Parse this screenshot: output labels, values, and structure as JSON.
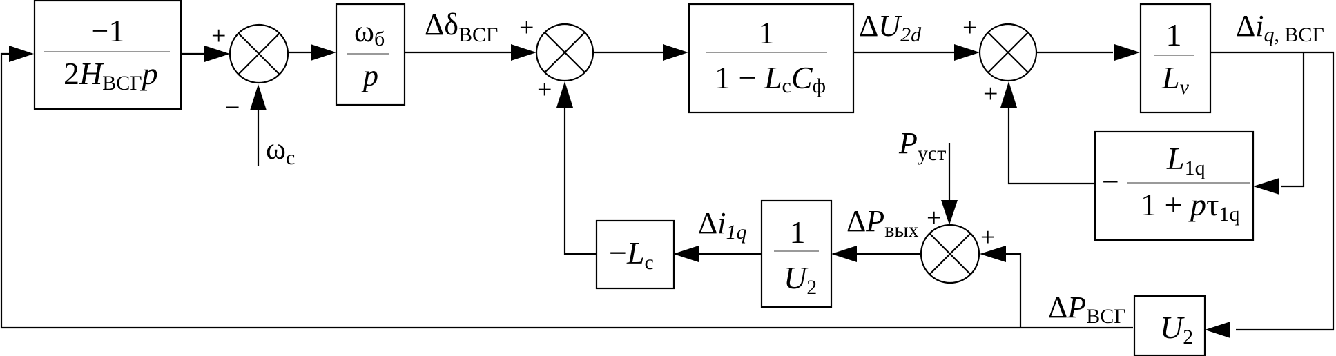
{
  "diagram": {
    "type": "block-diagram",
    "blocks": {
      "inertia": {
        "num": "−1",
        "den_prefix": "2",
        "den_var": "H",
        "den_sub": "ВСГ",
        "den_suffix": "p"
      },
      "integrator": {
        "num_var": "ω",
        "num_sub": "б",
        "den_var": "p"
      },
      "filter": {
        "num": "1",
        "den_prefix": "1 − ",
        "den_var1": "L",
        "den_sub1": "c",
        "den_var2": "C",
        "den_sub2": "ф"
      },
      "inductance": {
        "num": "1",
        "den_var": "L",
        "den_sub": "v"
      },
      "feedback": {
        "sign": "−",
        "num_var": "L",
        "num_sub": "1q",
        "den_prefix": "1 + ",
        "den_var": "p",
        "den_tau": "τ",
        "den_sub": "1q"
      },
      "u2_gain": {
        "var": "U",
        "sub": "2"
      },
      "inv_u2": {
        "num": "1",
        "den_var": "U",
        "den_sub": "2"
      },
      "neg_lc": {
        "prefix": "−",
        "var": "L",
        "sub": "c"
      }
    },
    "signals": {
      "omega_c": {
        "var": "ω",
        "sub": "c"
      },
      "delta_delta": {
        "prefix": "Δ",
        "var": "δ",
        "sub": "ВСГ"
      },
      "delta_u2d": {
        "prefix": "Δ",
        "var": "U",
        "sub": "2d"
      },
      "delta_iq": {
        "prefix": "Δ",
        "var": "i",
        "sub": "q",
        "sub2": ", ВСГ"
      },
      "p_ust": {
        "var": "P",
        "sub": "уст"
      },
      "delta_p_out": {
        "prefix": "Δ",
        "var": "P",
        "sub": "вых"
      },
      "delta_i1q": {
        "prefix": "Δ",
        "var": "i",
        "sub": "1q"
      },
      "delta_p_vsg": {
        "prefix": "Δ",
        "var": "P",
        "sub": "ВСГ"
      }
    },
    "signs": {
      "sum1_left": "+",
      "sum1_bottom": "−",
      "sum2_left": "+",
      "sum2_bottom": "+",
      "sum3_left": "+",
      "sum3_bottom": "+",
      "sum4_top": "+",
      "sum4_right": "+"
    }
  }
}
